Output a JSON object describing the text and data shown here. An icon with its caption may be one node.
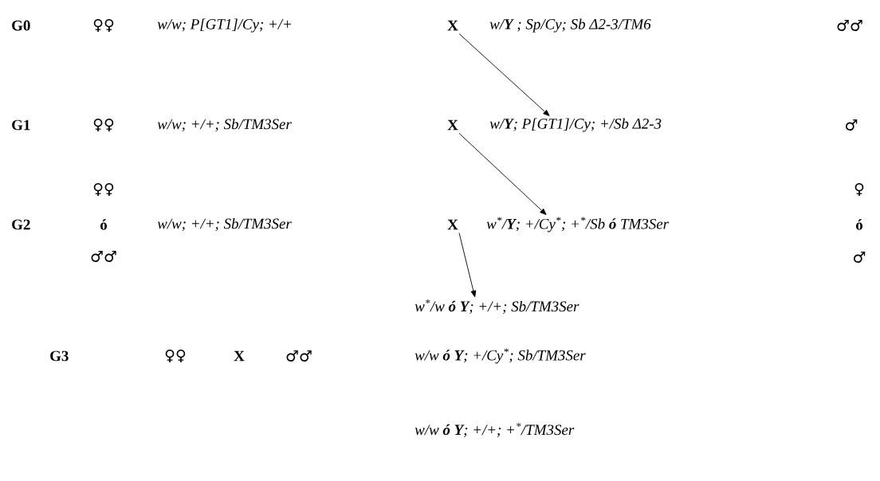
{
  "diagram": {
    "nodes": [
      {
        "text": [
          "X"
        ]
      },
      {
        "text": [
          "w/**Y**; P[GT1]/Cy; +/Sb Δ2-3"
        ]
      },
      {
        "text": [
          "X"
        ]
      },
      {
        "text": [
          "w$^{*}$/**Y**; +/Cy$^{*}$; +$^{*}$/Sb **ó** TM3Ser"
        ]
      },
      {
        "text": [
          "X"
        ]
      },
      {
        "text": [
          "w$^{*}$/w **ó Y**; +/+; Sb/TM3Ser"
        ]
      }
    ],
    "edges": [
      {
        "from": 0,
        "to": 1,
        "arrow": "to"
      },
      {
        "from": 2,
        "to": 3,
        "arrow": "to"
      },
      {
        "from": 4,
        "to": 5,
        "arrow": "to"
      }
    ],
    "labels": [
      "G0",
      "♀♀",
      "w/w; P[GT1]/Cy;  +/+",
      "w/**Y** ; Sp/Cy; Sb Δ2-3/TM6",
      "♂♂",
      "G1",
      "♀♀",
      "w/w; +/+; Sb/TM3Ser",
      "♂",
      "♀♀",
      "♀",
      "G2",
      "ó",
      "w/w; +/+; Sb/TM3Ser",
      "ó",
      "♂♂",
      "♂",
      "G3",
      "♀♀",
      "X",
      "♂♂",
      "w/w **ó Y**; +/Cy$^{*}$; Sb/TM3Ser",
      "w/w **ó Y**; +/+; +$^{*}$/TM3Ser"
    ]
  }
}
